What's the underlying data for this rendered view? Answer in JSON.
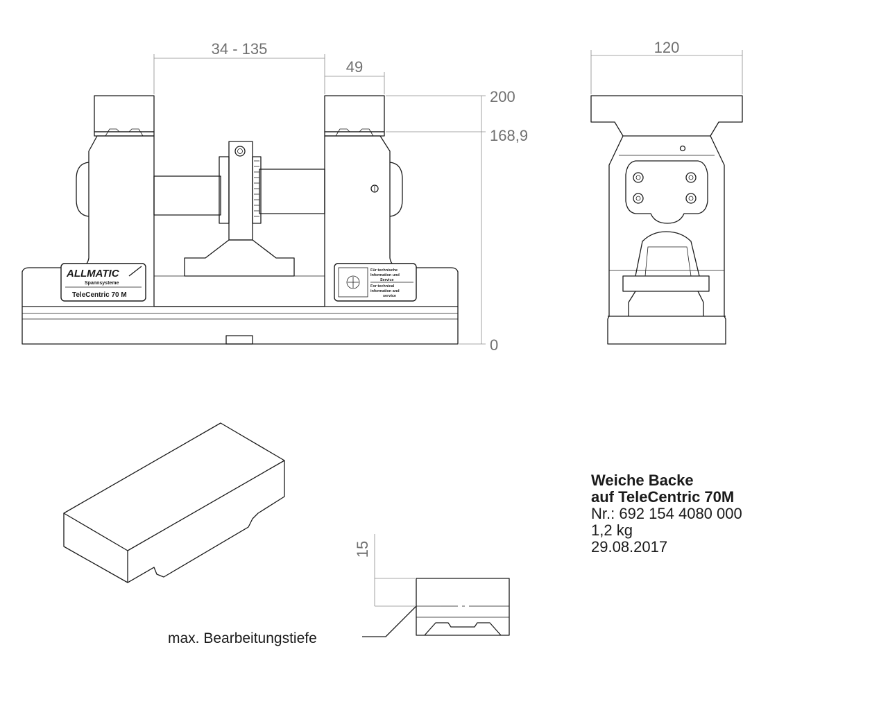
{
  "dimensions": {
    "front_width_range": "34 - 135",
    "jaw_width": "49",
    "height_top": "200",
    "height_jaw_base": "168,9",
    "height_zero": "0",
    "side_width": "120",
    "jaw_detail_height": "15"
  },
  "nameplate_left": {
    "brand": "ALLMATIC",
    "subtitle": "Spannsysteme",
    "model": "TeleCentric 70 M"
  },
  "nameplate_right": {
    "line1": "Für technische",
    "line2": "Information und",
    "line3": "Service",
    "line4": "For technical",
    "line5": "information and",
    "line6": "service"
  },
  "annotation": {
    "label": "max. Bearbeitungstiefe"
  },
  "title_block": {
    "title_line1": "Weiche Backe",
    "title_line2": "auf TeleCentric 70M",
    "part_number": "Nr.: 692 154 4080 000",
    "weight": "1,2 kg",
    "date": "29.08.2017"
  }
}
